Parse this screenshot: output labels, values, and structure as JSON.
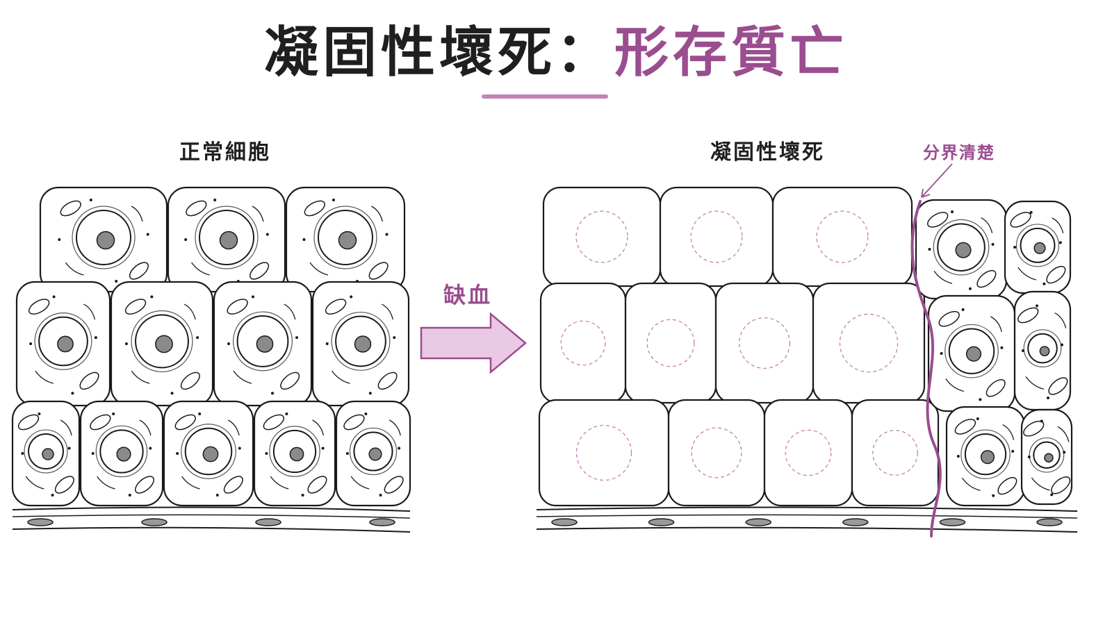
{
  "title": {
    "main": "凝固性壞死：",
    "accent": "形存質亡"
  },
  "labels": {
    "normal": "正常細胞",
    "necrosis": "凝固性壞死",
    "boundary": "分界清楚",
    "arrow": "缺血"
  },
  "colors": {
    "accent": "#9a4d8f",
    "accent_light": "#e9c9e3",
    "line": "#1a1a1a",
    "nucleolus": "#8a8a8a"
  }
}
